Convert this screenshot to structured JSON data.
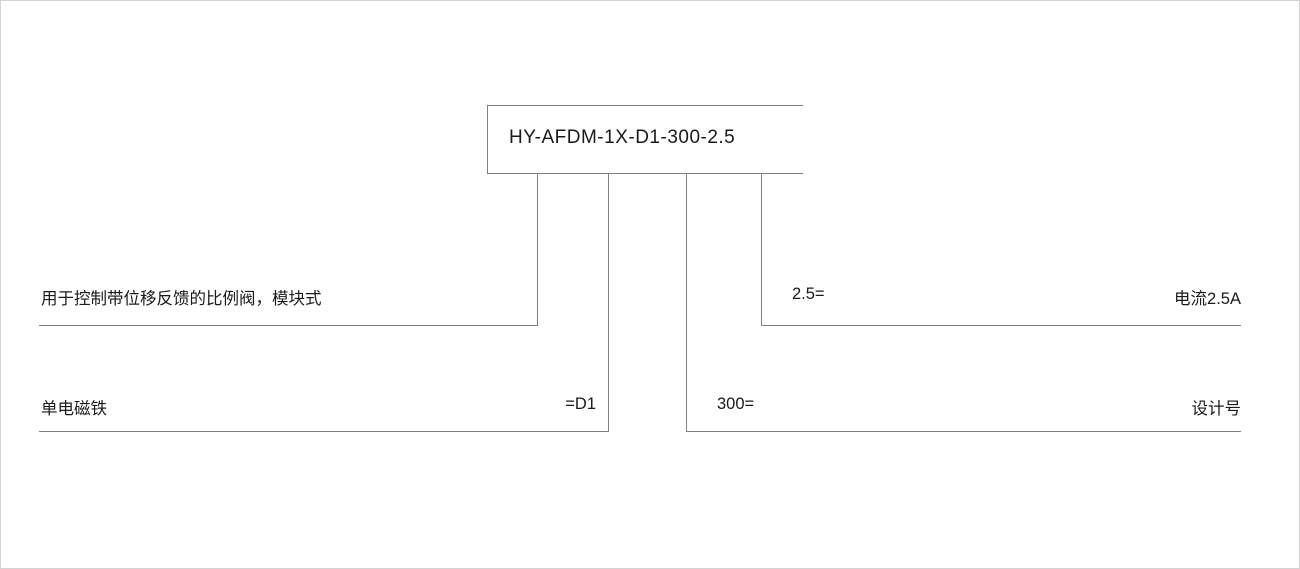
{
  "diagram": {
    "type": "model-code-breakdown",
    "code": "HY-AFDM-1X-D1-300-2.5",
    "line_color": "#808080",
    "text_color": "#1a1a1a",
    "rows": [
      {
        "id": "series",
        "left_text": "用于控制带位移反馈的比例阀，模块式",
        "right_text": ""
      },
      {
        "id": "solenoid",
        "left_text": "单电磁铁",
        "right_text": "=D1"
      },
      {
        "id": "current",
        "left_text": "2.5=",
        "right_text": "电流2.5A"
      },
      {
        "id": "design",
        "left_text": "300=",
        "right_text": "设计号"
      }
    ]
  }
}
